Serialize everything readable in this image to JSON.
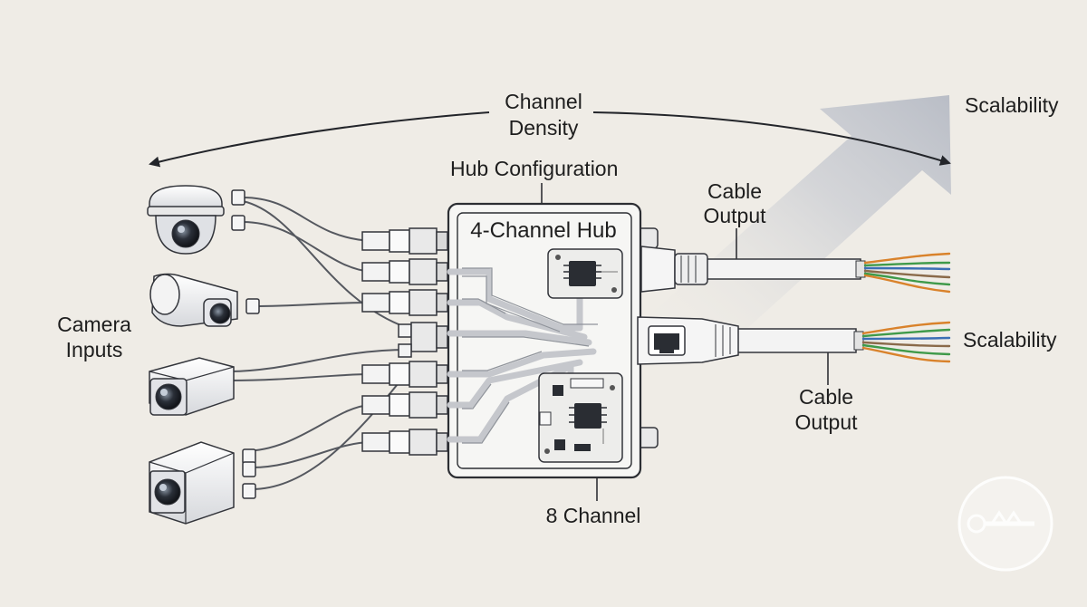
{
  "labels": {
    "channel_density_line1": "Channel",
    "channel_density_line2": "Density",
    "scalability_top": "Scalability",
    "hub_configuration": "Hub Configuration",
    "cable_output_top_line1": "Cable",
    "cable_output_top_line2": "Output",
    "hub_title": "4-Channel Hub",
    "camera_inputs_line1": "Camera",
    "camera_inputs_line2": "Inputs",
    "scalability_bottom": "Scalability",
    "cable_output_bottom_line1": "Cable",
    "cable_output_bottom_line2": "Output",
    "eight_channel": "8 Channel"
  },
  "cameras": [
    {
      "type": "dome-camera"
    },
    {
      "type": "bullet-camera"
    },
    {
      "type": "box-camera"
    },
    {
      "type": "cube-camera"
    }
  ],
  "colors": {
    "background": "#efece6",
    "line": "#33353b",
    "hub_fill": "#f7f7f5",
    "arrow": "#c9ccd3",
    "wire_orange": "#d9822b",
    "wire_green": "#3f9a4a",
    "wire_blue": "#3b6fb5"
  },
  "watermark_icon": "logo-circle-icon"
}
